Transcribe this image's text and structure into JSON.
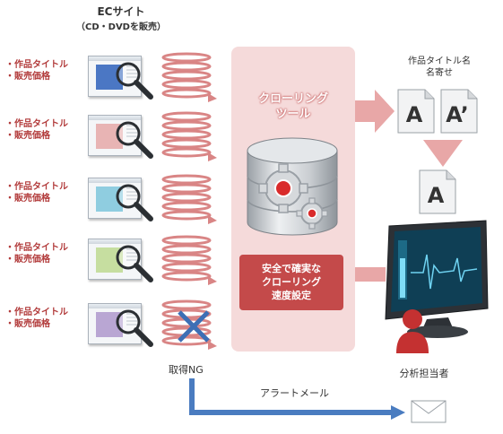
{
  "ec_site": {
    "title": "ECサイト",
    "subtitle": "（CD・DVDを販売）",
    "items": [
      {
        "label1": "作品タイトル",
        "label2": "販売価格",
        "color": "#4b77c4"
      },
      {
        "label1": "作品タイトル",
        "label2": "販売価格",
        "color": "#e8b4b4"
      },
      {
        "label1": "作品タイトル",
        "label2": "販売価格",
        "color": "#8fcde0"
      },
      {
        "label1": "作品タイトル",
        "label2": "販売価格",
        "color": "#c6dea0"
      },
      {
        "label1": "作品タイトル",
        "label2": "販売価格",
        "color": "#b9a6d3"
      }
    ]
  },
  "crawler": {
    "title_line1": "クローリング",
    "title_line2": "ツール",
    "speed_line1": "安全で確実な",
    "speed_line2": "クローリング",
    "speed_line3": "速度設定"
  },
  "name_matching": {
    "title_line1": "作品タイトル名",
    "title_line2": "名寄せ",
    "doc_a": "A",
    "doc_a_prime": "A’",
    "doc_result": "A"
  },
  "failure": {
    "label": "取得NG",
    "alert_label": "アラートメール"
  },
  "analyst": {
    "label": "分析担当者"
  },
  "colors": {
    "label_red": "#b23b3b",
    "panel_pink": "#f5dada",
    "speed_red": "#c44a4a",
    "arrow_pink": "#e8a7a7",
    "alert_blue": "#4a7cc0",
    "ng_cross": "#3d6fb5"
  }
}
